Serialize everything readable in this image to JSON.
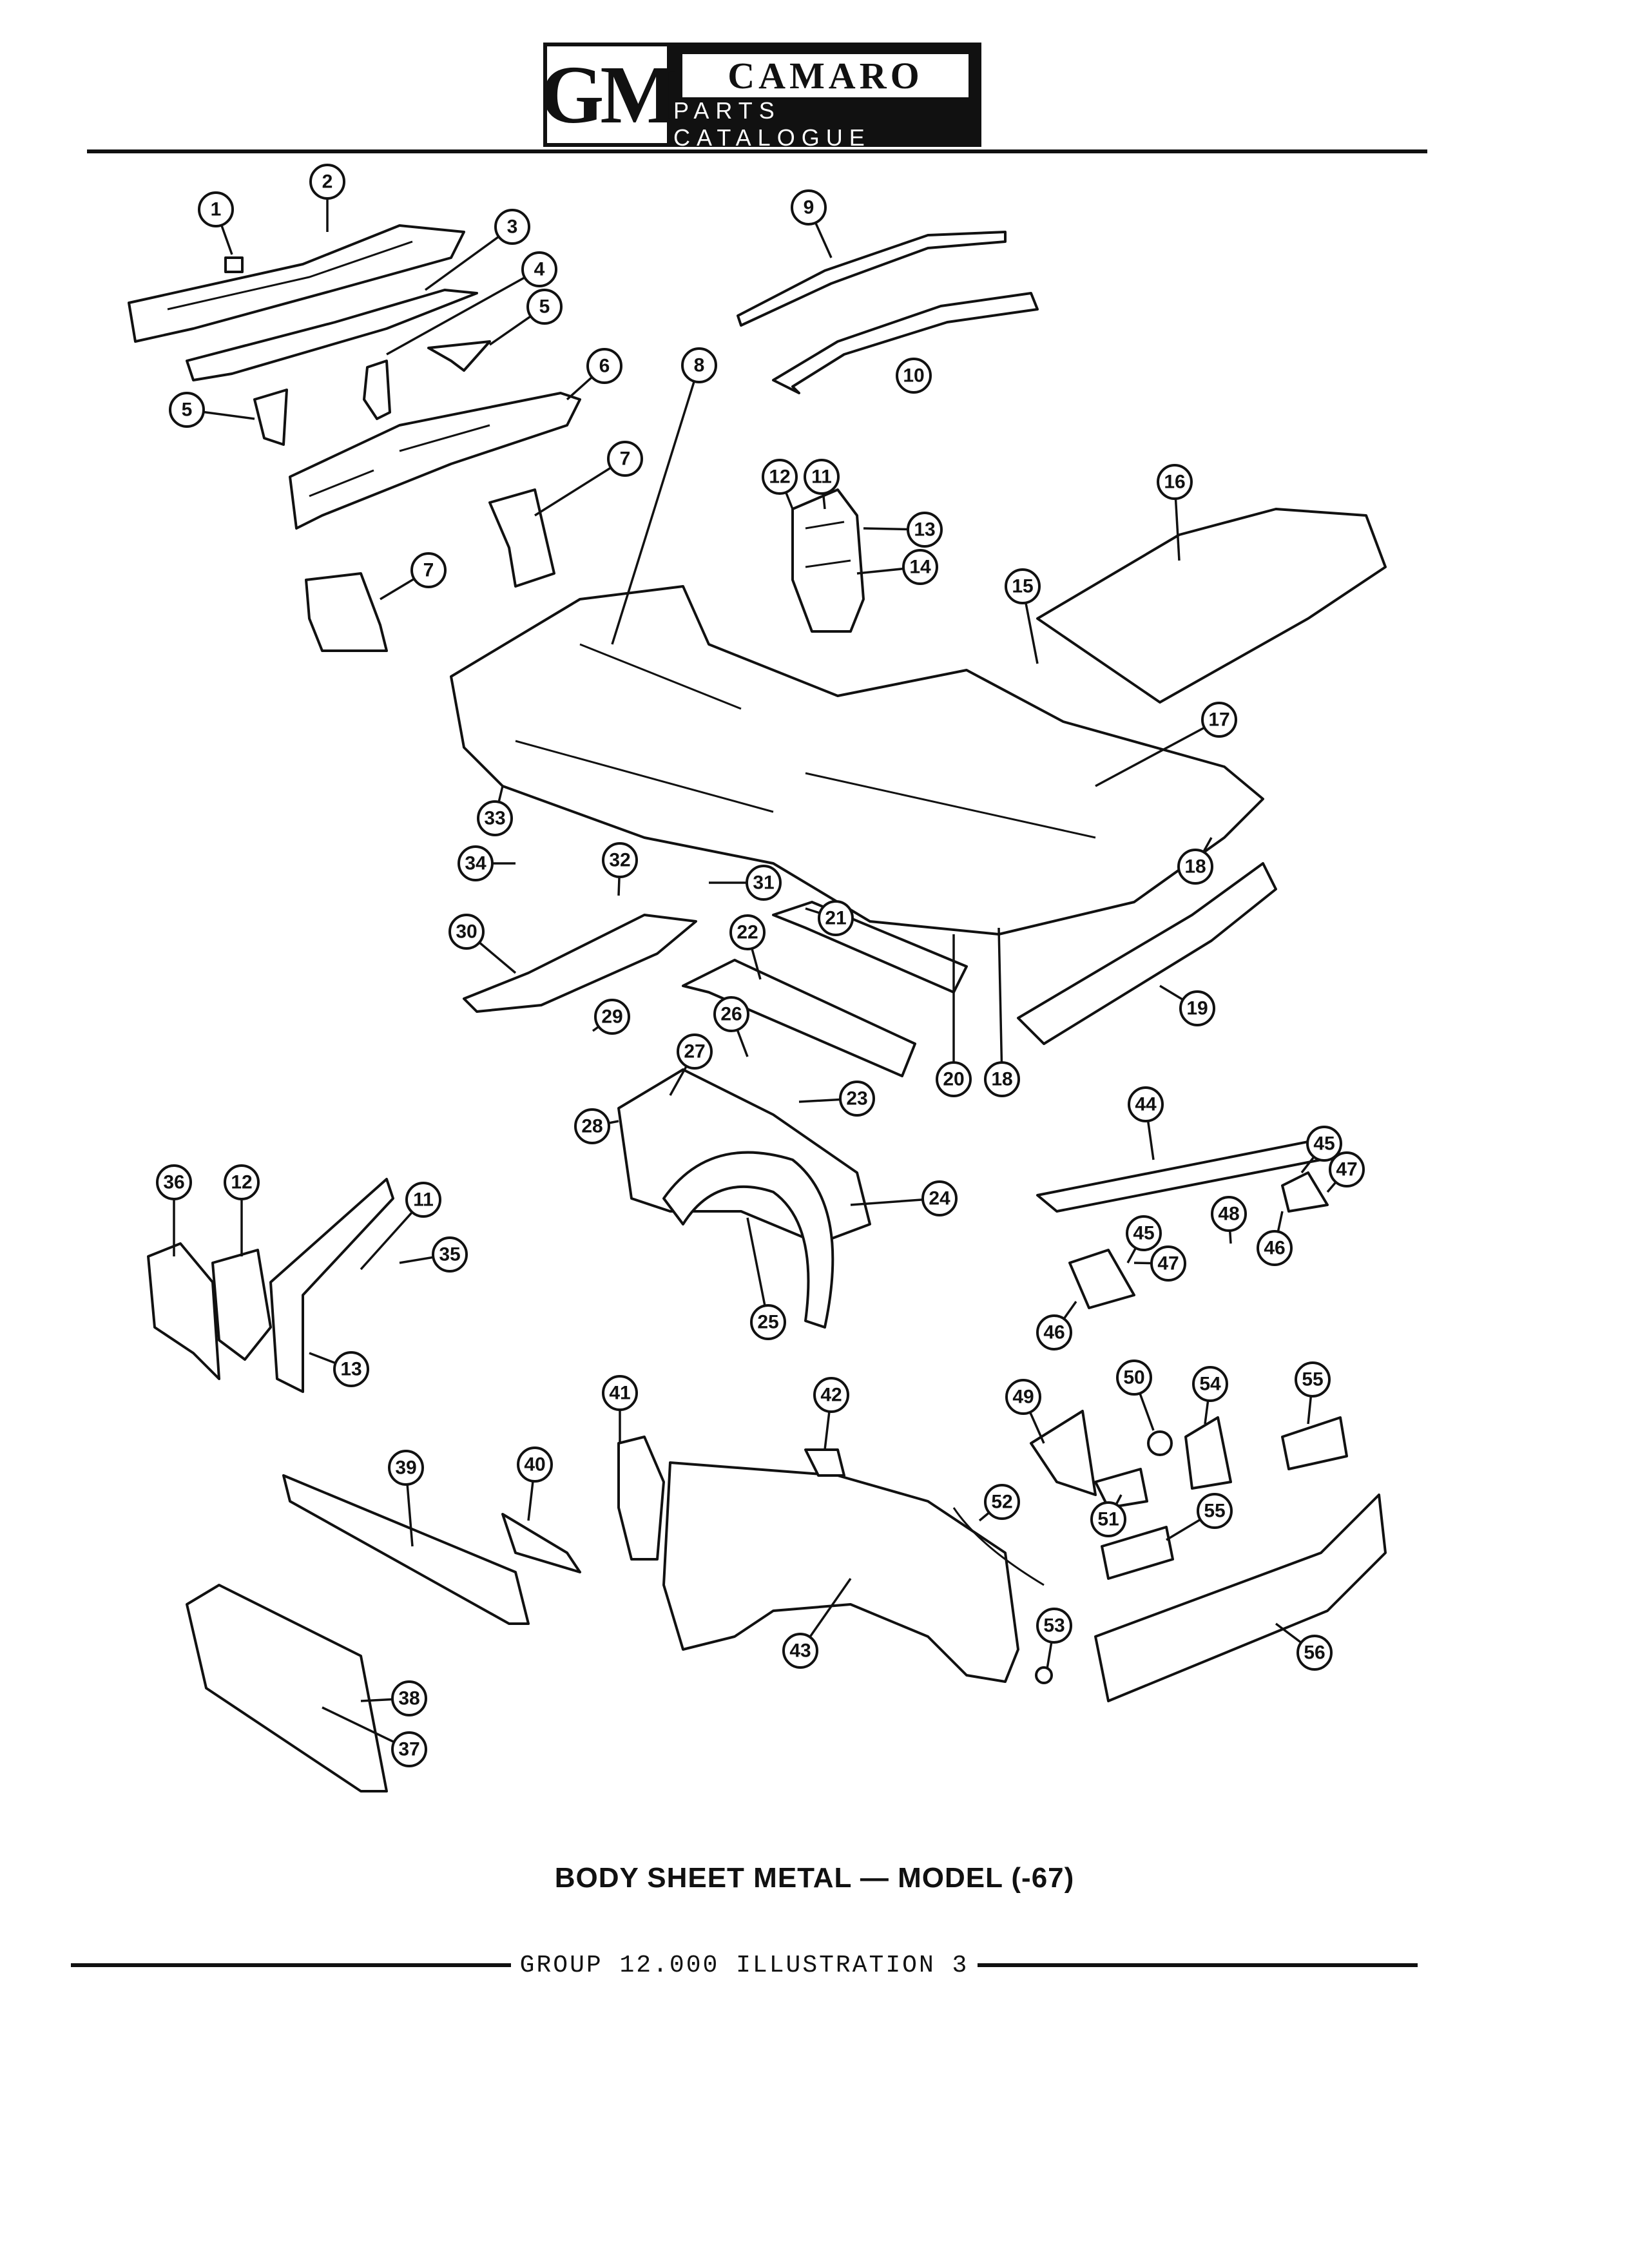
{
  "header": {
    "logo": "GM",
    "model": "CAMARO",
    "subtitle": "PARTS CATALOGUE"
  },
  "caption": "BODY SHEET METAL — MODEL (-67)",
  "footer": "GROUP 12.000 ILLUSTRATION 3",
  "callouts": [
    "1",
    "2",
    "3",
    "4",
    "5",
    "5",
    "6",
    "7",
    "7",
    "8",
    "9",
    "10",
    "11",
    "12",
    "13",
    "14",
    "15",
    "16",
    "17",
    "18",
    "18",
    "19",
    "20",
    "21",
    "22",
    "23",
    "24",
    "25",
    "26",
    "27",
    "28",
    "29",
    "30",
    "31",
    "32",
    "33",
    "34",
    "36",
    "12",
    "11",
    "35",
    "13",
    "44",
    "45",
    "47",
    "46",
    "48",
    "45",
    "47",
    "46",
    "41",
    "42",
    "49",
    "50",
    "54",
    "55",
    "39",
    "40",
    "52",
    "51",
    "55",
    "43",
    "53",
    "56",
    "38",
    "37"
  ]
}
